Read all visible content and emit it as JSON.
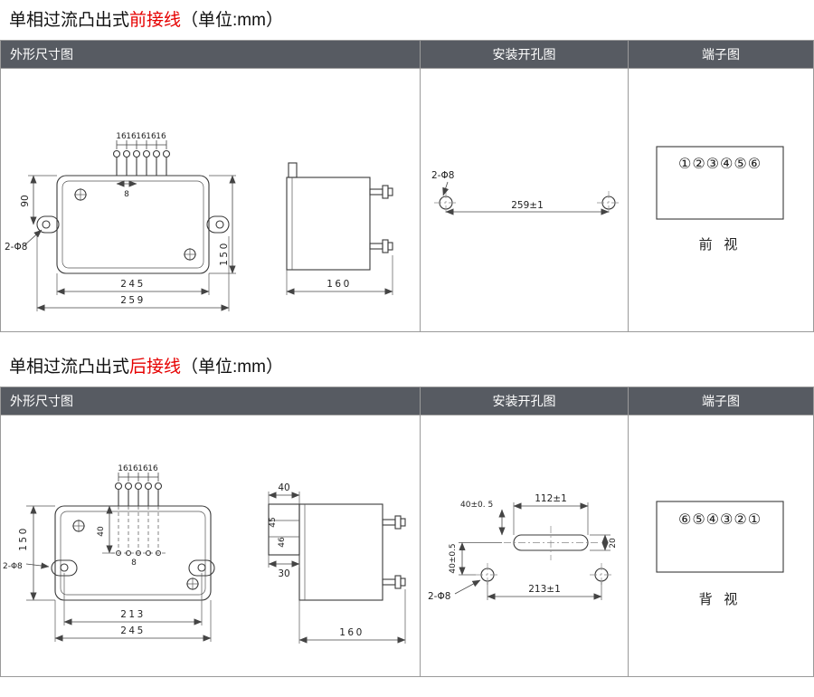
{
  "colors": {
    "title_highlight": "#e60000",
    "header_bg": "#575b62",
    "header_text": "#ffffff"
  },
  "sections": [
    {
      "title": {
        "prefix": "单相过流凸出式",
        "highlight": "前接线",
        "suffix": "（单位:mm）"
      },
      "headers": {
        "outline": "外形尺寸图",
        "mounting": "安装开孔图",
        "terminal": "端子图"
      },
      "outline": {
        "pin_dims": [
          "16",
          "16",
          "16",
          "16",
          "16"
        ],
        "pin_row_offset": "8",
        "top_to_hole": "90",
        "body_height": "150",
        "body_width": "245",
        "overall_width": "259",
        "hole_label": "2-Φ8",
        "depth": "160"
      },
      "mounting": {
        "hole_label": "2-Φ8",
        "hole_spacing": "259±1"
      },
      "terminal": {
        "numbers": "①②③④⑤⑥",
        "view_label": "前 视"
      }
    },
    {
      "title": {
        "prefix": "单相过流凸出式",
        "highlight": "后接线",
        "suffix": "（单位:mm）"
      },
      "headers": {
        "outline": "外形尺寸图",
        "mounting": "安装开孔图",
        "terminal": "端子图"
      },
      "outline": {
        "pin_dims": [
          "16",
          "16",
          "16",
          "16"
        ],
        "row_depth": "40",
        "pin_row_offset": "8",
        "body_height": "150",
        "hole_spacing": "213",
        "body_width": "245",
        "hole_label": "2-Φ8",
        "block_width": "40",
        "stud_dim_a": "45",
        "stud_dim_b": "46",
        "block_depth": "30",
        "depth": "160"
      },
      "mounting": {
        "slot_length": "112±1",
        "offset_top": "40±0. 5",
        "offset_side": "40±0.5",
        "slot_width": "20",
        "hole_spacing": "213±1",
        "hole_label": "2-Φ8"
      },
      "terminal": {
        "numbers": "⑥⑤④③②①",
        "view_label": "背 视"
      }
    }
  ]
}
